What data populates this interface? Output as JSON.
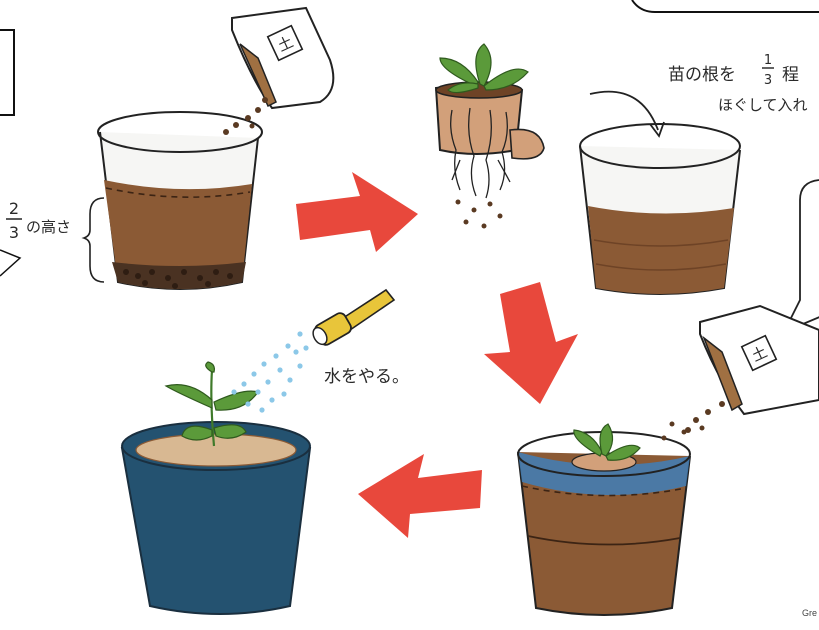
{
  "annotations": {
    "two_thirds_num": "2",
    "two_thirds_den": "3",
    "two_thirds_suffix": "の高さ",
    "roots_prefix": "苗の根を",
    "roots_num": "1",
    "roots_den": "3",
    "roots_suffix": "程",
    "loosen": "ほぐして入れ",
    "water": "水をやる。"
  },
  "soil_bag_label": "土",
  "credit": "Gre",
  "colors": {
    "soil": "#8b5a35",
    "soil_dark": "#6e4326",
    "arrow": "#e8483c",
    "pot": "#245270",
    "plant": "#5b9a3a",
    "water": "#8cc8e8",
    "nozzle": "#e8c53a"
  }
}
